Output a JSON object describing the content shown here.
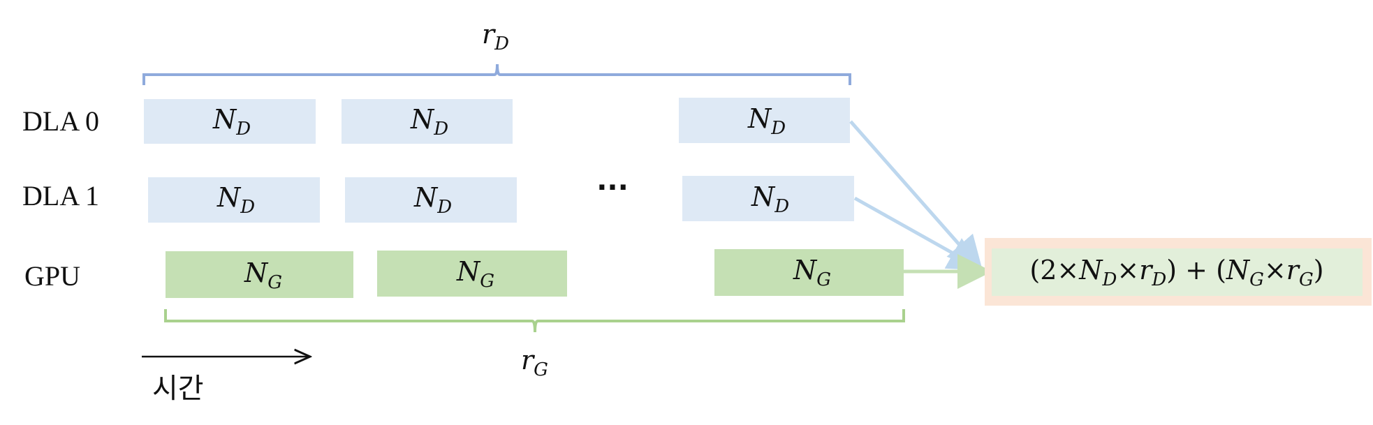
{
  "rows": {
    "dla0": "DLA 0",
    "dla1": "DLA 1",
    "gpu": "GPU"
  },
  "brackets": {
    "top_label": {
      "main": "r",
      "sub": "D"
    },
    "bottom_label": {
      "main": "r",
      "sub": "G"
    }
  },
  "blocks": {
    "dla": {
      "main": "N",
      "sub": "D"
    },
    "gpu": {
      "main": "N",
      "sub": "G"
    }
  },
  "ellipsis": "···",
  "time_axis_label": "시간",
  "result": {
    "p1": "(2×",
    "nd_main": "N",
    "nd_sub": "D",
    "times1": "×",
    "rd_main": "r",
    "rd_sub": "D",
    "p2": ") + (",
    "ng_main": "N",
    "ng_sub": "G",
    "times2": "×",
    "rg_main": "r",
    "rg_sub": "G",
    "p3": ")"
  },
  "colors": {
    "dla_block": "#dee9f5",
    "gpu_block": "#c5e0b4",
    "top_bracket": "#8faadc",
    "bottom_bracket": "#a9d18e",
    "dla_arrow": "#bdd7ee",
    "gpu_arrow": "#c5e0b4",
    "result_outer": "#fbe5d6",
    "result_inner": "#e2efda"
  }
}
